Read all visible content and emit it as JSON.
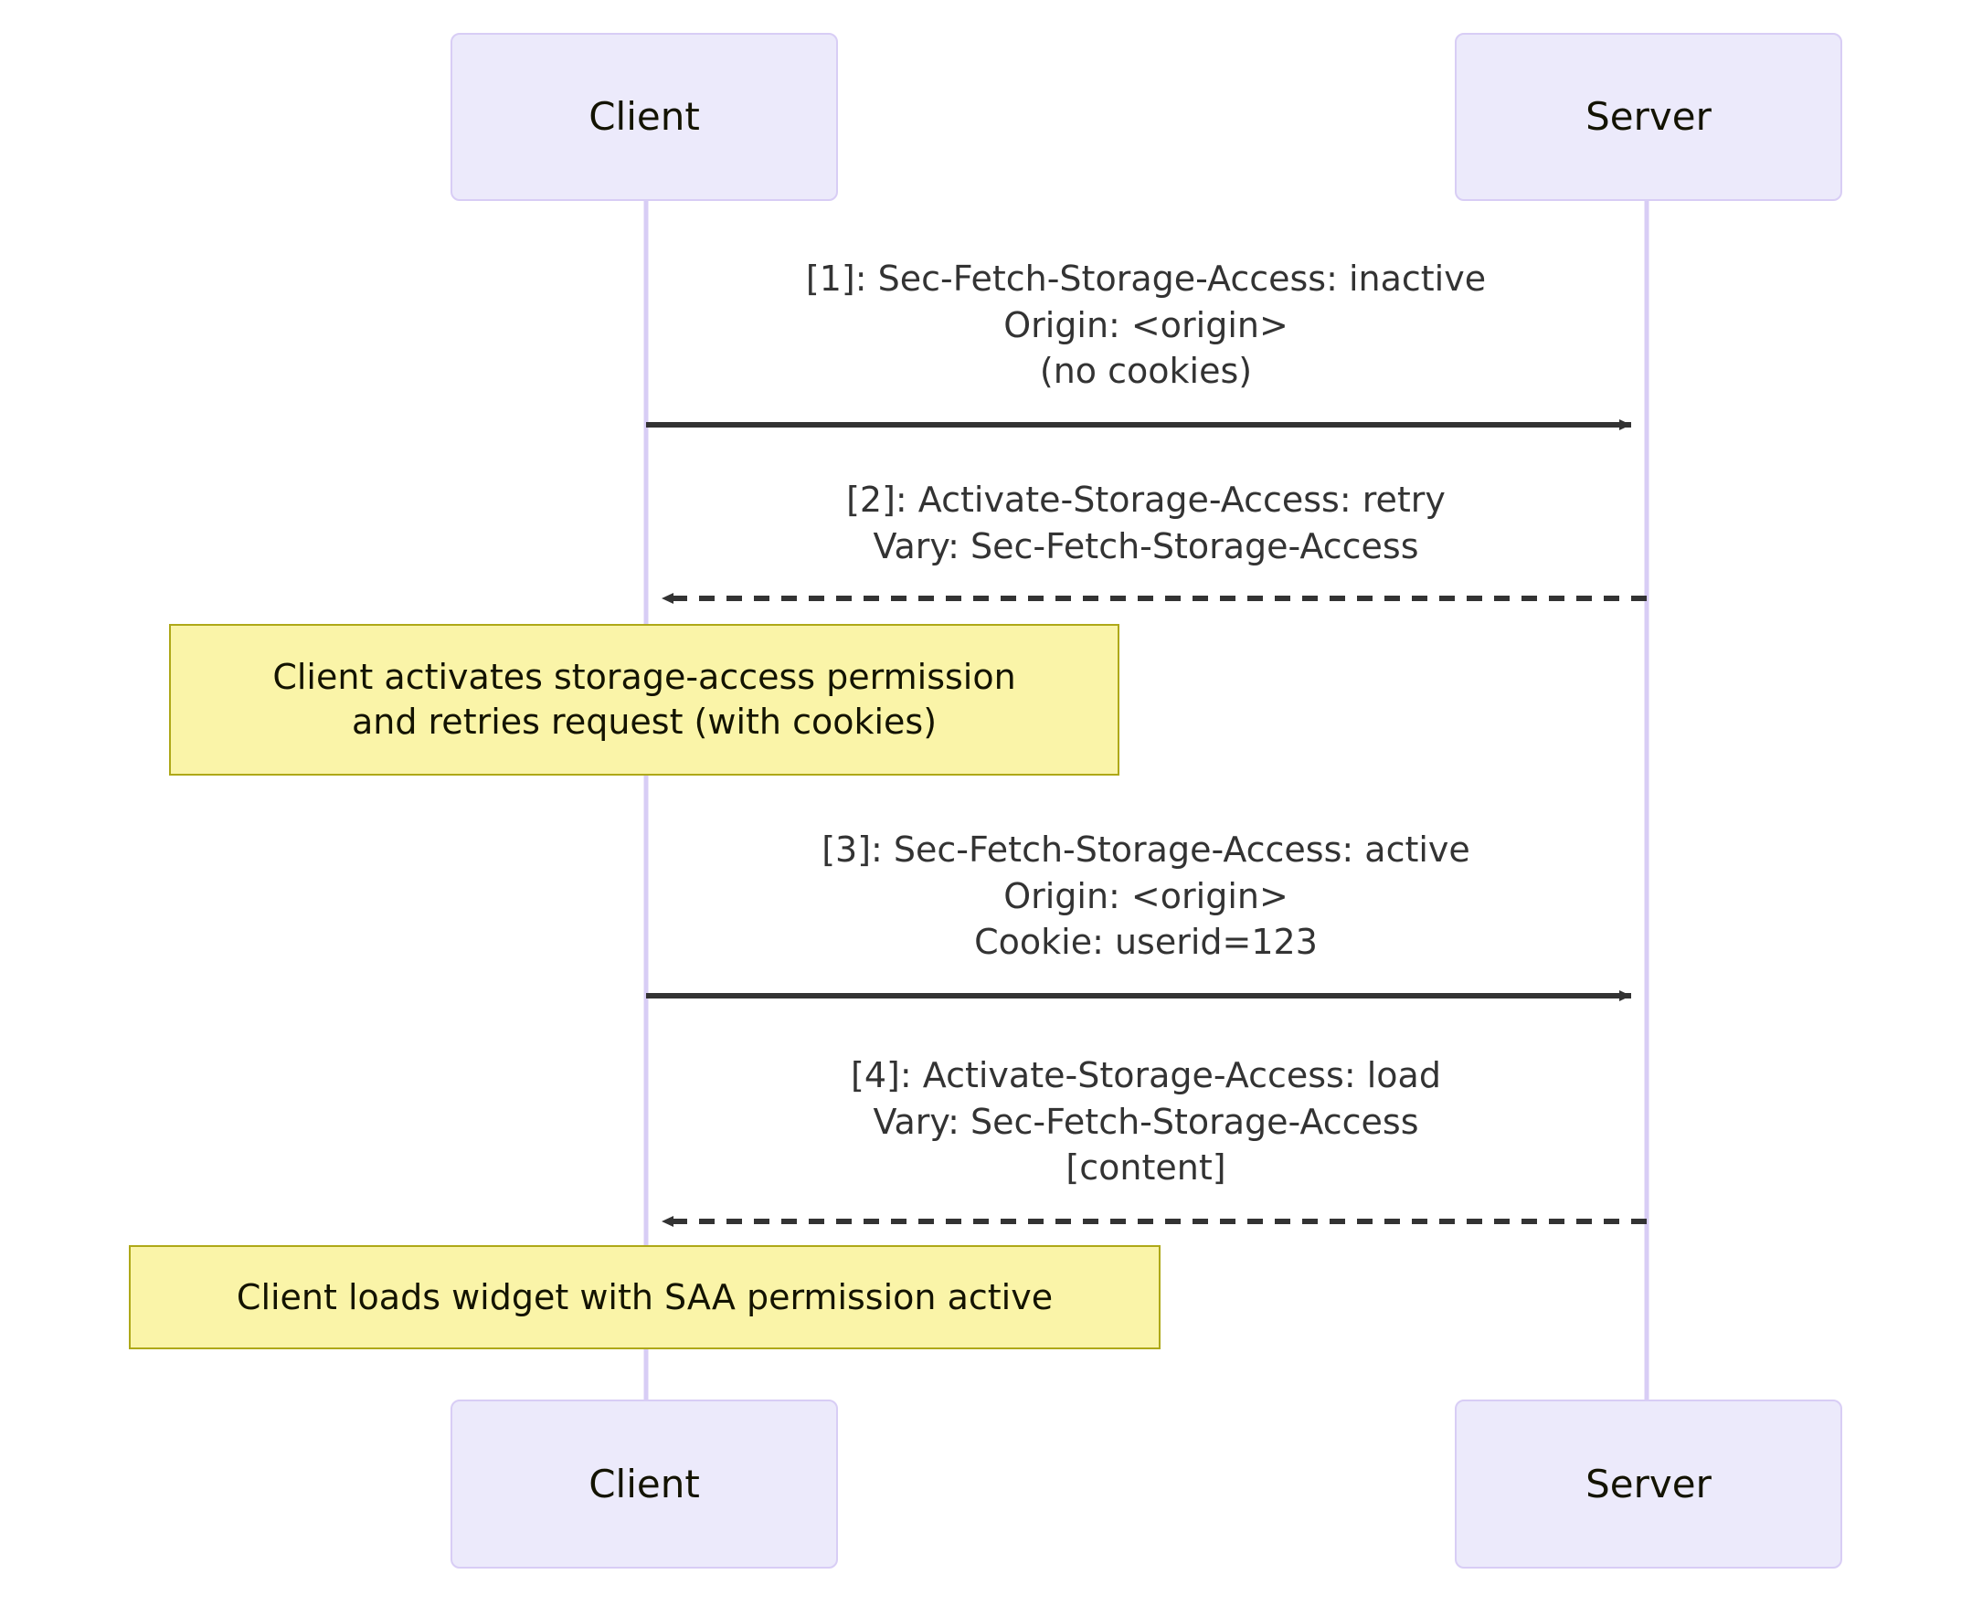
{
  "diagram": {
    "type": "sequence-diagram",
    "title": "",
    "colors": {
      "actor_fill": "#ECEAFB",
      "actor_border": "#D8CDF5",
      "lifeline": "#D8CDF5",
      "note_fill": "#FAF4A8",
      "note_border": "#AEA818",
      "arrow": "#333333",
      "text": "#131300",
      "background": "#FFFFFF"
    }
  },
  "participants": [
    {
      "id": "client",
      "label": "Client"
    },
    {
      "id": "server",
      "label": "Server"
    }
  ],
  "participants_bottom": [
    {
      "id": "client",
      "label": "Client"
    },
    {
      "id": "server",
      "label": "Server"
    }
  ],
  "messages": [
    {
      "index": "[1]",
      "from": "client",
      "to": "server",
      "direction": "right",
      "style": "solid",
      "lines": [
        "[1]: Sec-Fetch-Storage-Access: inactive",
        "Origin: <origin>",
        "(no cookies)"
      ]
    },
    {
      "index": "[2]",
      "from": "server",
      "to": "client",
      "direction": "left",
      "style": "dashed",
      "lines": [
        "[2]: Activate-Storage-Access: retry",
        "Vary: Sec-Fetch-Storage-Access"
      ]
    },
    {
      "index": "[3]",
      "from": "client",
      "to": "server",
      "direction": "right",
      "style": "solid",
      "lines": [
        "[3]: Sec-Fetch-Storage-Access: active",
        "Origin: <origin>",
        "Cookie: userid=123"
      ]
    },
    {
      "index": "[4]",
      "from": "server",
      "to": "client",
      "direction": "left",
      "style": "dashed",
      "lines": [
        "[4]: Activate-Storage-Access: load",
        "Vary: Sec-Fetch-Storage-Access",
        "[content]"
      ]
    }
  ],
  "notes": [
    {
      "id": "note-1",
      "over": "client",
      "lines": [
        "Client activates storage-access permission",
        "and retries request (with cookies)"
      ]
    },
    {
      "id": "note-2",
      "over": "client",
      "lines": [
        "Client loads widget with SAA permission active"
      ]
    }
  ]
}
